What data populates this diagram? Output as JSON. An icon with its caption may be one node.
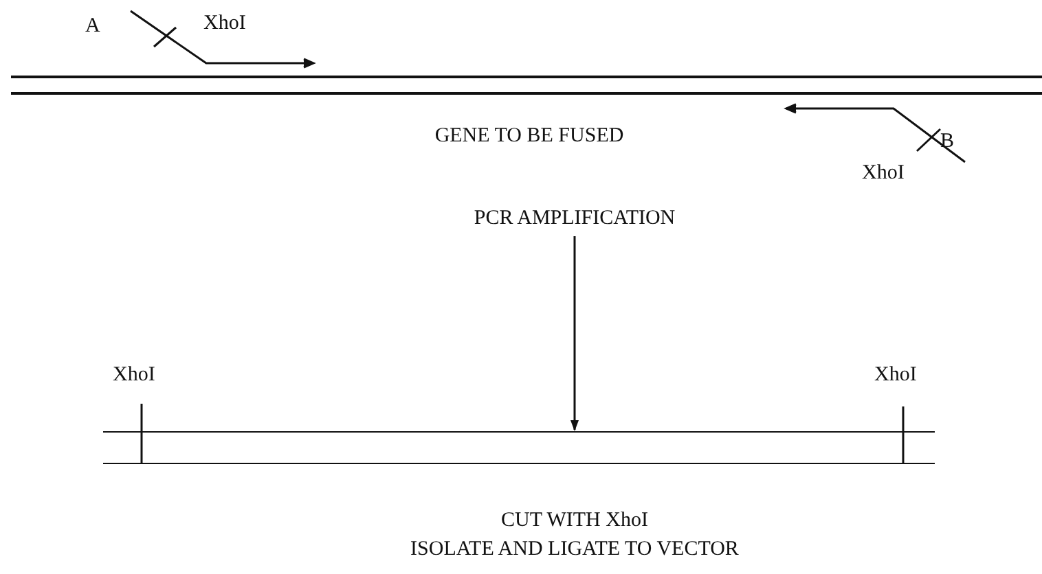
{
  "diagram": {
    "nodes": [
      {
        "text": [
          "PCR AMPLIFICATION"
        ]
      },
      {
        "text": [],
        "shape": "bar"
      }
    ],
    "edges": [
      {
        "from": 0,
        "to": 1,
        "arrow": "to"
      }
    ],
    "labels": [
      "A",
      "XhoI",
      "GENE TO BE FUSED",
      "B",
      "XhoI",
      "XhoI",
      "XhoI",
      "CUT WITH XhoI",
      "ISOLATE AND LIGATE TO VECTOR"
    ]
  }
}
